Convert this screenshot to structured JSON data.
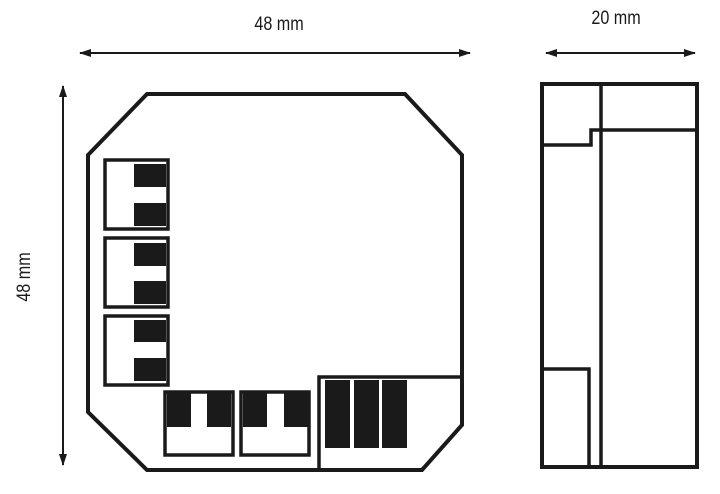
{
  "title": "Dimension drawing of module",
  "dimensions": {
    "front_width": "48 mm",
    "front_height": "48 mm",
    "side_depth": "20 mm"
  },
  "colors": {
    "line": "#1a1a1a",
    "background": "#ffffff"
  }
}
